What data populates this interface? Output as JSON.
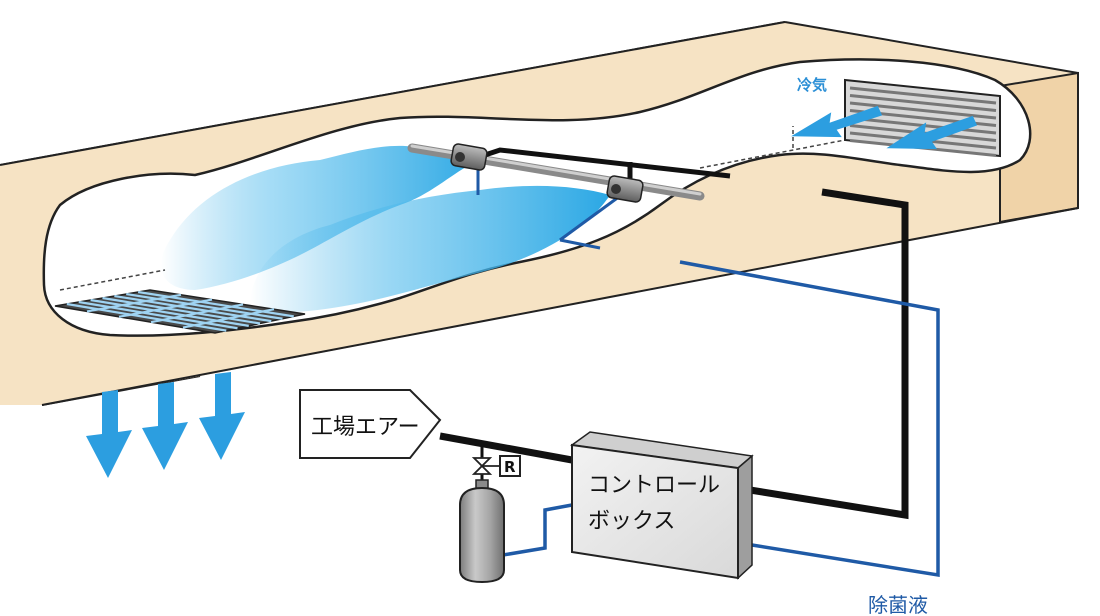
{
  "labels": {
    "cold_air": "冷気",
    "factory_air": "工場エアー",
    "regulator": "R",
    "control_box_line1": "コントロール",
    "control_box_line2": "ボックス",
    "disinfectant": "除菌液"
  },
  "colors": {
    "duct_beige": "#f6e3c4",
    "outline": "#222222",
    "mist_blue": "#2aa7e4",
    "arrow_blue": "#2c9ee0",
    "pipe_navy": "#1f5aa6",
    "cable_black": "#111111",
    "box_gray": "#e6e6e6",
    "cylinder_gray": "#a9a9a9"
  }
}
